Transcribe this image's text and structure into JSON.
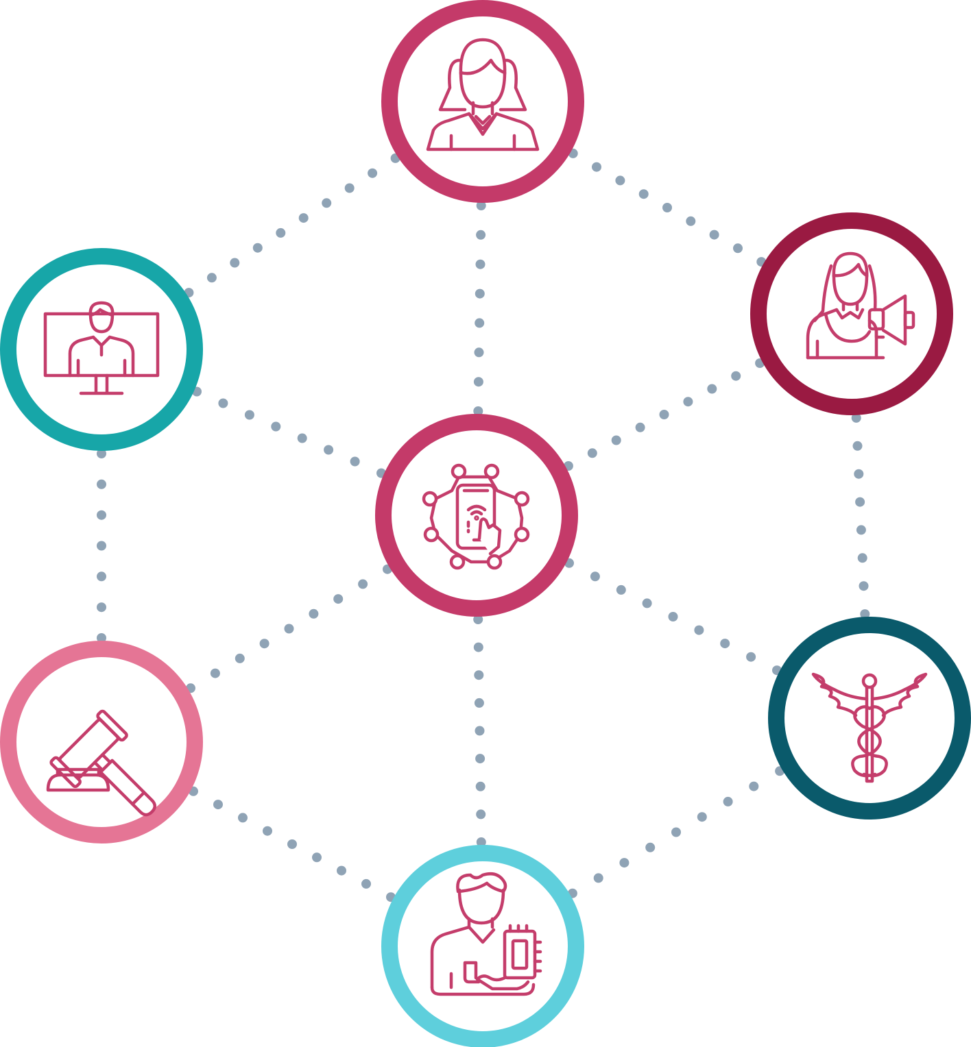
{
  "colors": {
    "dots": "#8fa3b5",
    "icon_stroke": "#c43d6b",
    "ring_top": "#c43a69",
    "ring_center": "#c43a69",
    "ring_upper_right": "#9a1a42",
    "ring_upper_left": "#17a6a8",
    "ring_lower_right": "#0a5a6b",
    "ring_lower_left": "#e57595",
    "ring_bottom": "#5ecfdc",
    "background": "#ffffff"
  },
  "nodes": [
    {
      "id": "top",
      "icon": "woman-icon",
      "ring_color": "ring_top"
    },
    {
      "id": "upper-right",
      "icon": "woman-megaphone-icon",
      "ring_color": "ring_upper_right"
    },
    {
      "id": "upper-left",
      "icon": "online-instructor-monitor-icon",
      "ring_color": "ring_upper_left"
    },
    {
      "id": "center",
      "icon": "smartphone-network-icon",
      "ring_color": "ring_center"
    },
    {
      "id": "lower-left",
      "icon": "gavel-icon",
      "ring_color": "ring_lower_left"
    },
    {
      "id": "lower-right",
      "icon": "caduceus-icon",
      "ring_color": "ring_lower_right"
    },
    {
      "id": "bottom",
      "icon": "engineer-with-chip-icon",
      "ring_color": "ring_bottom"
    }
  ],
  "connections": [
    [
      "top",
      "upper-right"
    ],
    [
      "top",
      "upper-left"
    ],
    [
      "top",
      "center"
    ],
    [
      "upper-right",
      "center"
    ],
    [
      "upper-right",
      "lower-right"
    ],
    [
      "upper-left",
      "center"
    ],
    [
      "upper-left",
      "lower-left"
    ],
    [
      "lower-left",
      "center"
    ],
    [
      "lower-left",
      "bottom"
    ],
    [
      "lower-right",
      "center"
    ],
    [
      "lower-right",
      "bottom"
    ],
    [
      "center",
      "bottom"
    ]
  ]
}
